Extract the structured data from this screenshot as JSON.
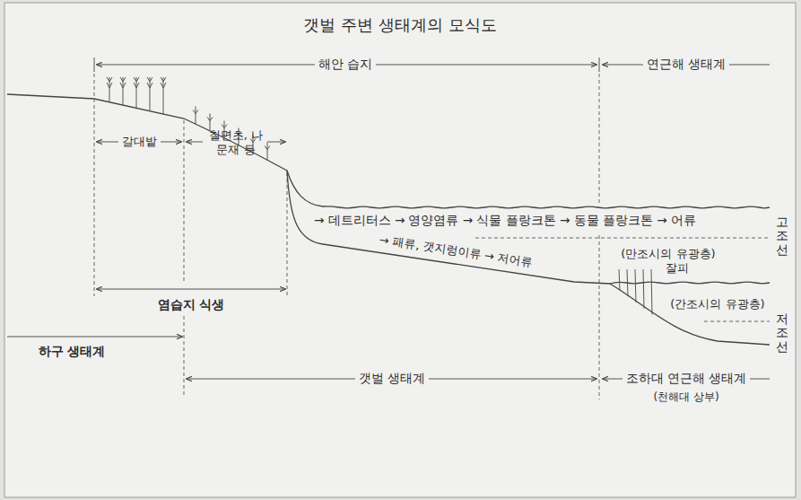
{
  "diagram": {
    "title": "갯벌 주변 생태계의 모식도",
    "labels": [
      "해안 습지",
      "연근해 생태계",
      "갈대밭",
      "칠면초, 나문재 등",
      "→ 데트리터스 → 영양염류 → 식물 플랑크톤 → 동물 플랑크톤 → 어류",
      "고조선",
      "(만조시의 유광층)",
      "→ 패류, 갯지렁이류 → 저어류",
      "잘피",
      "저조선",
      "(간조시의 유광층)",
      "염습지 식생",
      "하구 생태계",
      "갯벌 생태계",
      "조하대 연근해 생태계",
      "(천해대 상부)"
    ]
  }
}
